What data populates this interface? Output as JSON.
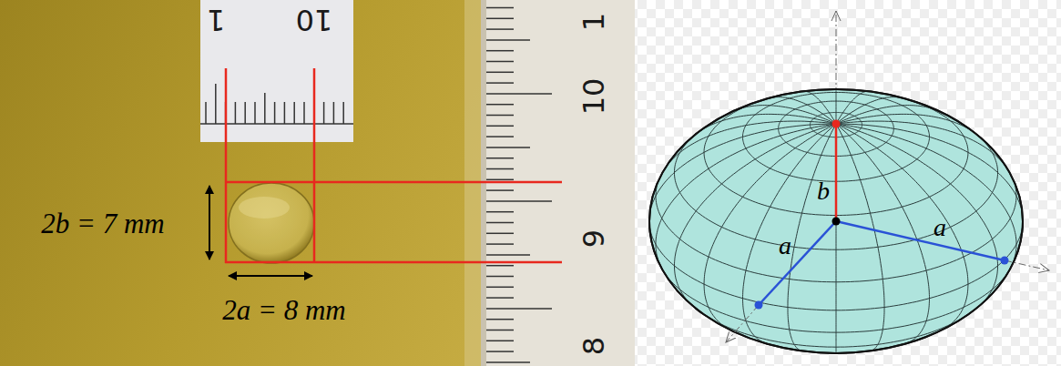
{
  "diagram": {
    "labels": [
      "1",
      "10",
      "1",
      "10",
      "9",
      "8",
      "2b = 7 mm",
      "2a = 8 mm",
      "b",
      "a",
      "a"
    ]
  }
}
